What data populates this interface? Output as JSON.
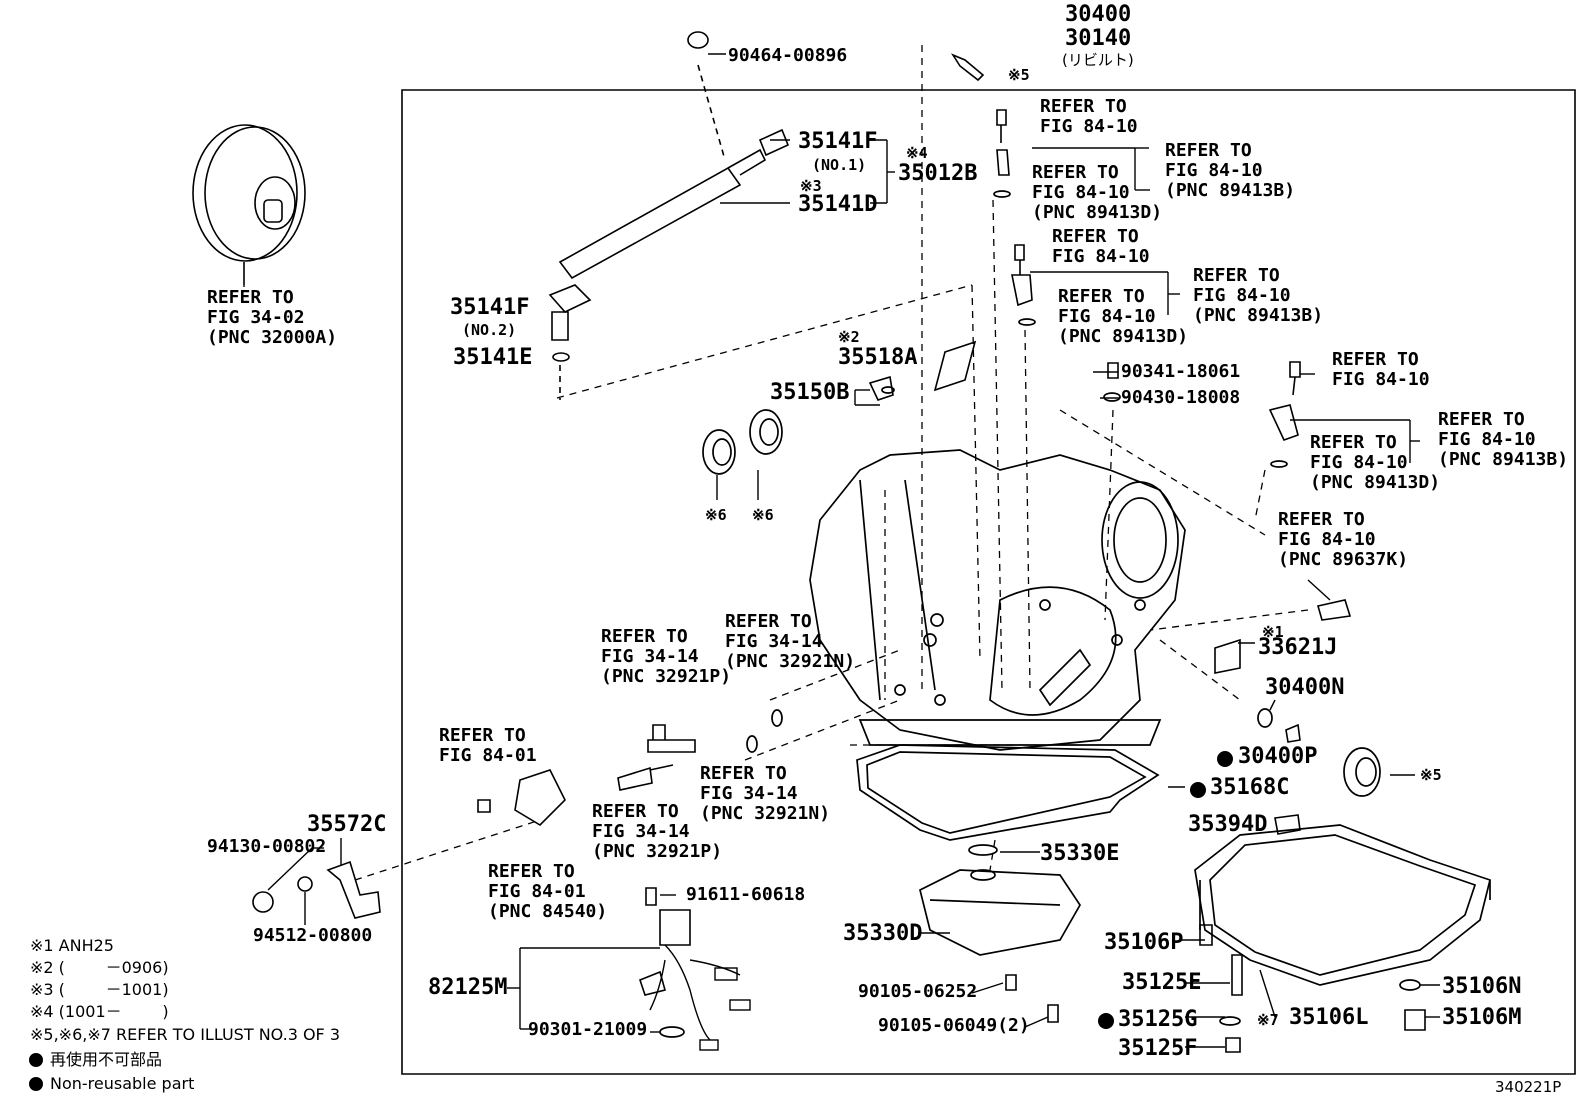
{
  "main_assembly": {
    "pn1": "30400",
    "pn2": "30140",
    "pn2_note": "(リビルト)"
  },
  "labels": {
    "p90464": "90464-00896",
    "mark5_top": "※5",
    "p35141F_1": "35141F",
    "no1": "(NO.1)",
    "mark4": "※4",
    "p35012B": "35012B",
    "mark3": "※3",
    "p35141D": "35141D",
    "p35141F_2": "35141F",
    "no2": "(NO.2)",
    "p35141E": "35141E",
    "mark2": "※2",
    "p35518A": "35518A",
    "p35150B": "35150B",
    "mark6a": "※6",
    "mark6b": "※6",
    "p90341": "90341-18061",
    "p90430": "90430-18008",
    "mark1": "※1",
    "p33621J": "33621J",
    "p30400N": "30400N",
    "p30400P": "30400P",
    "p35168C": "35168C",
    "mark5_right": "※5",
    "p35394D": "35394D",
    "p35330E": "35330E",
    "p35330D": "35330D",
    "p35106P": "35106P",
    "p35125E": "35125E",
    "p35106N": "35106N",
    "p35125G": "35125G",
    "mark7": "※7",
    "p35106L": "35106L",
    "p35106M": "35106M",
    "p35125F": "35125F",
    "p90105a": "90105-06252",
    "p90105b": "90105-06049(2)",
    "p91611": "91611-60618",
    "p82125M": "82125M",
    "p90301": "90301-21009",
    "p35572C": "35572C",
    "p94130": "94130-00802",
    "p94512": "94512-00800"
  },
  "refer_notes": {
    "torque_conv": "REFER TO\nFIG 34-02\n(PNC 32000A)",
    "r1": "REFER TO\nFIG 84-10",
    "r2": "REFER TO\nFIG 84-10\n(PNC 89413B)",
    "r3": "REFER TO\nFIG 84-10\n(PNC 89413D)",
    "r4": "REFER TO\nFIG 84-10",
    "r5": "REFER TO\nFIG 84-10\n(PNC 89413B)",
    "r6": "REFER TO\nFIG 84-10\n(PNC 89413D)",
    "r7": "REFER TO\nFIG 84-10",
    "r8": "REFER TO\nFIG 84-10\n(PNC 89413B)",
    "r9": "REFER TO\nFIG 84-10\n(PNC 89413D)",
    "r10": "REFER TO\nFIG 84-10\n(PNC 89637K)",
    "r11": "REFER TO\nFIG 34-14\n(PNC 32921N)",
    "r12": "REFER TO\nFIG 34-14\n(PNC 32921P)",
    "r13": "REFER TO\nFIG 34-14\n(PNC 32921N)",
    "r14": "REFER TO\nFIG 34-14\n(PNC 32921P)",
    "r15": "REFER TO\nFIG 84-01",
    "r16": "REFER TO\nFIG 84-01\n(PNC 84540)"
  },
  "footnotes": {
    "n1": "※1 ANH25",
    "n2": "※2 (        －0906)",
    "n3": "※3 (        －1001)",
    "n4": "※4 (1001－        )",
    "n5": "※5,※6,※7 REFER TO ILLUST NO.3 OF 3",
    "n6": "再使用不可部品",
    "n7": "Non-reusable part"
  },
  "figure_id": "340221P"
}
